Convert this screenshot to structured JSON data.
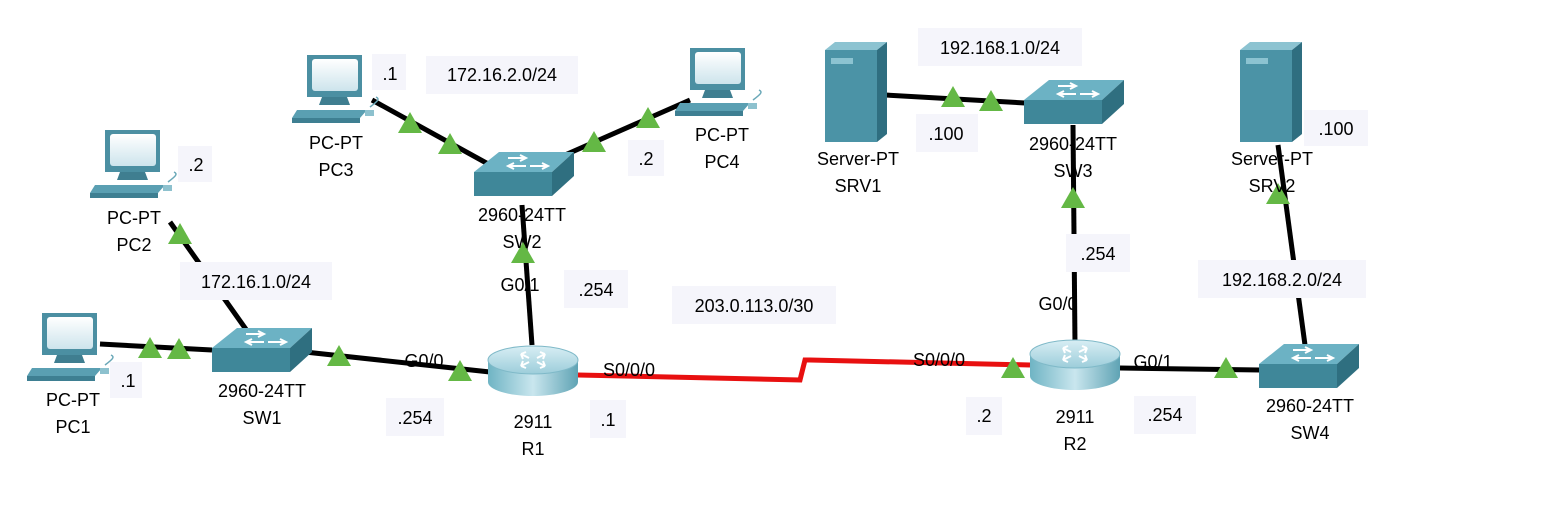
{
  "colors": {
    "cable": "#000000",
    "serial_cable": "#e81010",
    "link_light": "#64b845",
    "device_teal": "#4f9aac",
    "label_box": "#f5f5fb"
  },
  "devices": {
    "pc1": {
      "type": "PC-PT",
      "name": "PC1",
      "icon": "pc-icon"
    },
    "pc2": {
      "type": "PC-PT",
      "name": "PC2",
      "icon": "pc-icon"
    },
    "pc3": {
      "type": "PC-PT",
      "name": "PC3",
      "icon": "pc-icon"
    },
    "pc4": {
      "type": "PC-PT",
      "name": "PC4",
      "icon": "pc-icon"
    },
    "sw1": {
      "type": "2960-24TT",
      "name": "SW1",
      "icon": "switch-icon"
    },
    "sw2": {
      "type": "2960-24TT",
      "name": "SW2",
      "icon": "switch-icon"
    },
    "sw3": {
      "type": "2960-24TT",
      "name": "SW3",
      "icon": "switch-icon"
    },
    "sw4": {
      "type": "2960-24TT",
      "name": "SW4",
      "icon": "switch-icon"
    },
    "r1": {
      "type": "2911",
      "name": "R1",
      "icon": "router-icon"
    },
    "r2": {
      "type": "2911",
      "name": "R2",
      "icon": "router-icon"
    },
    "srv1": {
      "type": "Server-PT",
      "name": "SRV1",
      "icon": "server-icon"
    },
    "srv2": {
      "type": "Server-PT",
      "name": "SRV2",
      "icon": "server-icon"
    }
  },
  "networks": {
    "lan1": "172.16.1.0/24",
    "lan2": "172.16.2.0/24",
    "wan": "203.0.113.0/30",
    "lan3": "192.168.1.0/24",
    "lan4": "192.168.2.0/24"
  },
  "interfaces": {
    "r1_g00": "G0/0",
    "r1_g01": "G0/1",
    "r1_s000": "S0/0/0",
    "r2_s000": "S0/0/0",
    "r2_g00": "G0/0",
    "r2_g01": "G0/1"
  },
  "addresses": {
    "pc1": ".1",
    "pc2": ".2",
    "pc3": ".1",
    "pc4": ".2",
    "r1_g00": ".254",
    "r1_g01": ".254",
    "r1_s000": ".1",
    "r2_s000": ".2",
    "r2_g00": ".254",
    "r2_g01": ".254",
    "srv1": ".100",
    "srv2": ".100"
  }
}
